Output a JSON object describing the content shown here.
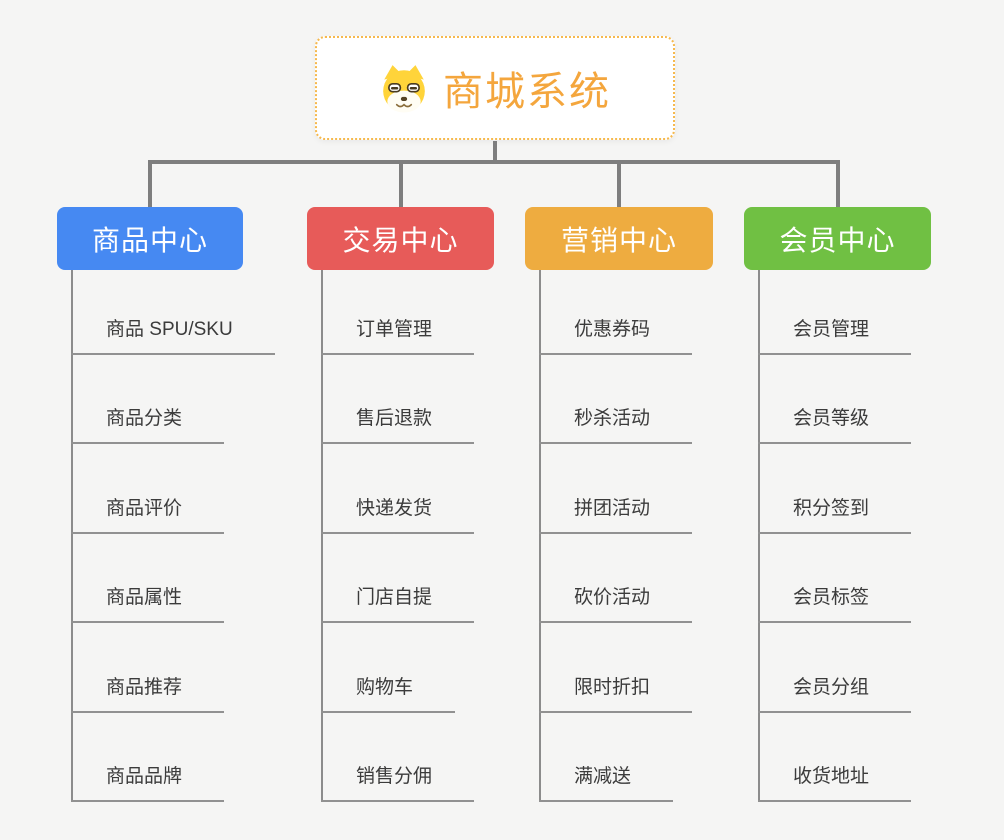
{
  "canvas": {
    "background": "#f5f5f4",
    "connector_color": "#7e7e7e"
  },
  "root": {
    "label": "商城系统",
    "icon": "dog-face-icon",
    "text_color": "#f4a63d",
    "border_color": "#f6b94e"
  },
  "branches": [
    {
      "label": "商品中心",
      "color": "#4689f2",
      "children": [
        "商品 SPU/SKU",
        "商品分类",
        "商品评价",
        "商品属性",
        "商品推荐",
        "商品品牌"
      ]
    },
    {
      "label": "交易中心",
      "color": "#e75b59",
      "children": [
        "订单管理",
        "售后退款",
        "快递发货",
        "门店自提",
        "购物车",
        "销售分佣"
      ]
    },
    {
      "label": "营销中心",
      "color": "#eeac40",
      "children": [
        "优惠券码",
        "秒杀活动",
        "拼团活动",
        "砍价活动",
        "限时折扣",
        "满减送"
      ]
    },
    {
      "label": "会员中心",
      "color": "#70c043",
      "children": [
        "会员管理",
        "会员等级",
        "积分签到",
        "会员标签",
        "会员分组",
        "收货地址"
      ]
    }
  ]
}
